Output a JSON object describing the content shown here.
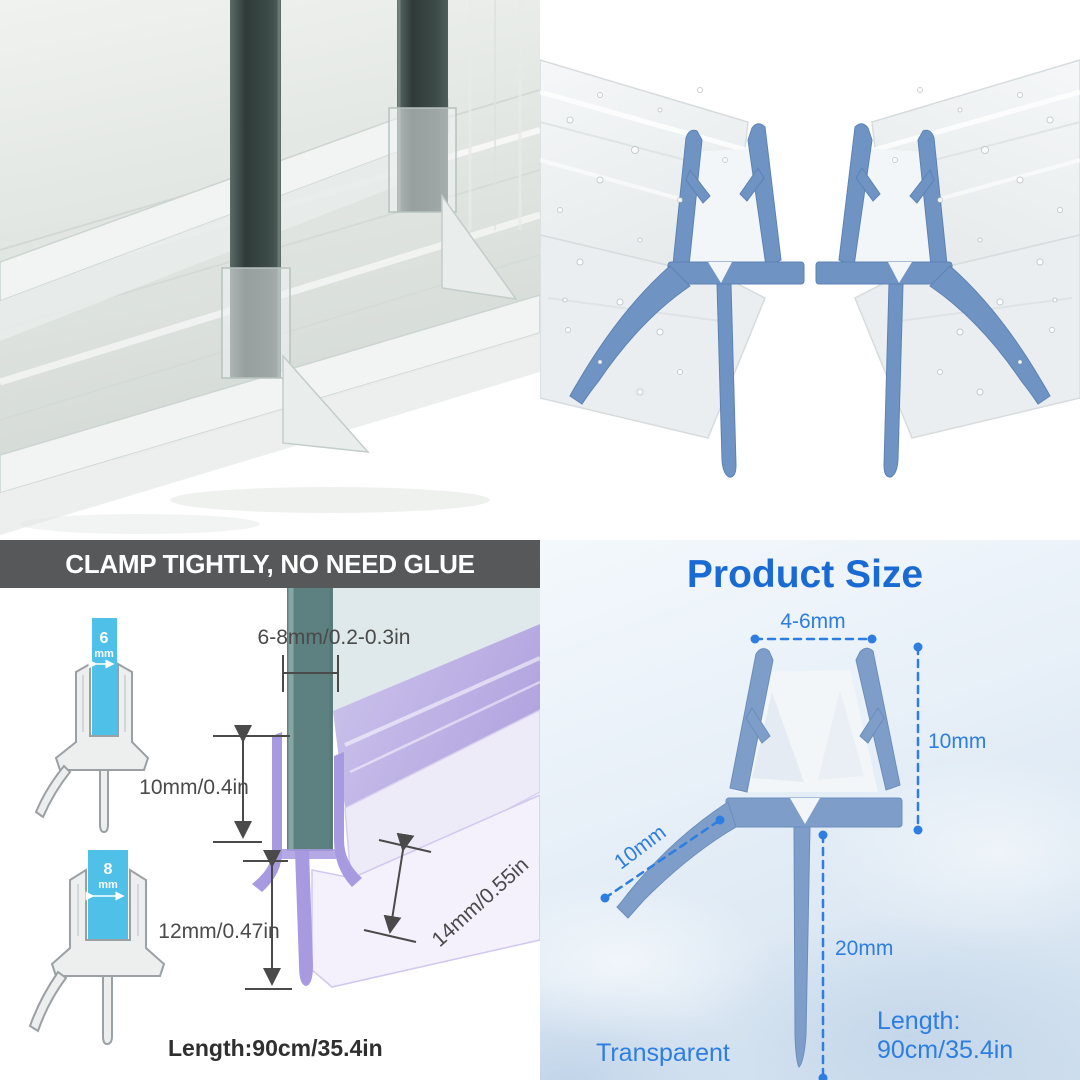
{
  "top_left_photo": {
    "name": "seals installed on two glass shower panels",
    "colors": {
      "glass_dark": "#303c3a",
      "background": "#ffffff",
      "strip": "#f1f4f3"
    }
  },
  "top_right_photo": {
    "name": "mirrored pair of transparent seal strips",
    "colors": {
      "profile_blue": "#6f93c3",
      "strip": "#f1f4f5"
    }
  },
  "clamp_panel": {
    "title": "CLAMP TIGHTLY, NO NEED GLUE",
    "measurements": {
      "glass_thickness": "6-8mm/0.2-0.3in",
      "clamp_height": "10mm/0.4in",
      "drip_height": "12mm/0.47in",
      "flap_width": "14mm/0.55in",
      "length": "Length:90cm/35.4in"
    },
    "cross_sections": [
      {
        "size": "6",
        "unit": "mm"
      },
      {
        "size": "8",
        "unit": "mm"
      }
    ],
    "colors": {
      "header_bg": "#57585a",
      "glass_teal": "#5d8180",
      "seal_purple": "#a89ae0",
      "band_lavender": "#b3a5e0",
      "glass_blue": "#4fc0e8",
      "annotation": "#4a4a4a"
    }
  },
  "size_panel": {
    "title": "Product Size",
    "measurements": {
      "top_gap": "4-6mm",
      "clamp_height": "10mm",
      "wing_length": "10mm",
      "stem_length": "20mm"
    },
    "transparency": "Transparent",
    "length_label": "Length:",
    "length_value": "90cm/35.4in",
    "colors": {
      "accent_blue": "#2e7de0",
      "title_blue": "#1a6ad4",
      "profile_blue": "#7e9ec9",
      "background": "#e8f0f8"
    }
  }
}
